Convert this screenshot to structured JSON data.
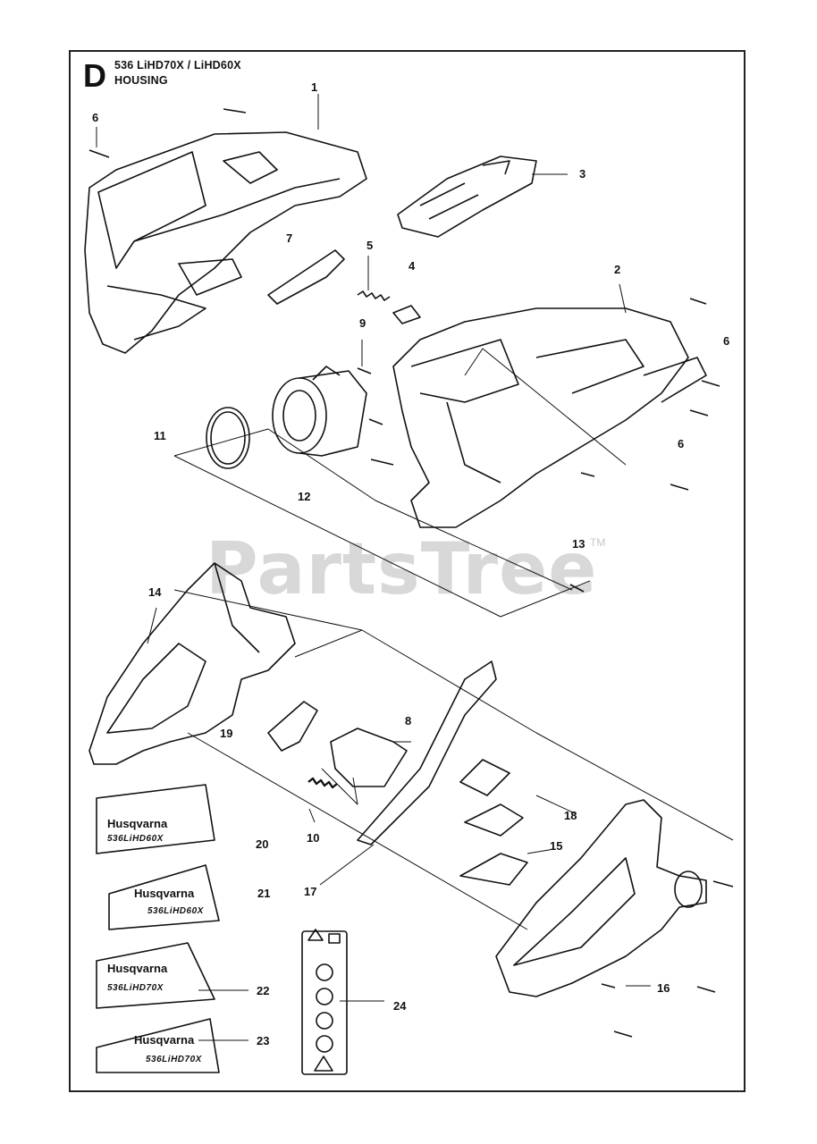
{
  "header": {
    "section_letter": "D",
    "model": "536 LiHD70X / LiHD60X",
    "title": "HOUSING"
  },
  "watermark": {
    "text": "PartsTree",
    "tm": "TM"
  },
  "callouts": [
    "1",
    "6",
    "3",
    "7",
    "5",
    "4",
    "2",
    "9",
    "6",
    "11",
    "6",
    "12",
    "13",
    "14",
    "8",
    "19",
    "10",
    "18",
    "20",
    "15",
    "21",
    "17",
    "16",
    "22",
    "24",
    "23"
  ],
  "decals": [
    {
      "brand": "Husqvarna",
      "model": "536LiHD60X"
    },
    {
      "brand": "Husqvarna",
      "model": "536LiHD60X"
    },
    {
      "brand": "Husqvarna",
      "model": "536LiHD70X"
    },
    {
      "brand": "Husqvarna",
      "model": "536LiHD70X"
    }
  ]
}
